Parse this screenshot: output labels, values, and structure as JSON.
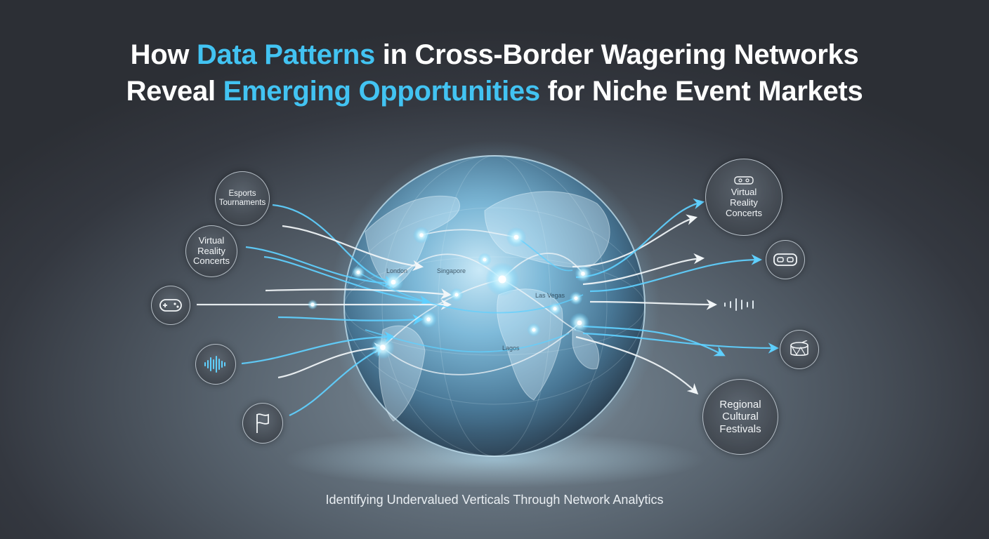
{
  "title": {
    "line1": [
      {
        "text": "How ",
        "highlight": false
      },
      {
        "text": "Data Patterns",
        "highlight": true
      },
      {
        "text": " in Cross-Border Wagering Networks",
        "highlight": false
      }
    ],
    "line2": [
      {
        "text": "Reveal ",
        "highlight": false
      },
      {
        "text": "Emerging Opportunities",
        "highlight": true
      },
      {
        "text": " for Niche Event Markets",
        "highlight": false
      }
    ]
  },
  "subtitle": "Identifying Undervalued Verticals Through Network Analytics",
  "nodes": {
    "left": [
      {
        "name": "esports",
        "label": [
          "Esports",
          "Tournaments"
        ],
        "icon": null
      },
      {
        "name": "vr-concerts-left",
        "label": [
          "Virtual",
          "Reality",
          "Concerts"
        ],
        "icon": null
      },
      {
        "name": "gamepad",
        "label": [],
        "icon": "gamepad-icon"
      },
      {
        "name": "soundwave",
        "label": [],
        "icon": "soundwave-icon"
      },
      {
        "name": "flag",
        "label": [],
        "icon": "flag-icon"
      }
    ],
    "right": [
      {
        "name": "vr-concerts-right",
        "label": [
          "Virtual",
          "Reality",
          "Concerts"
        ],
        "icon": "vr-headset-small-icon"
      },
      {
        "name": "vr-headset",
        "label": [],
        "icon": "vr-headset-icon"
      },
      {
        "name": "equalizer",
        "label": [],
        "icon": "equalizer-icon"
      },
      {
        "name": "drum",
        "label": [],
        "icon": "drum-icon"
      },
      {
        "name": "festivals",
        "label": [
          "Regional",
          "Cultural",
          "Festivals"
        ],
        "icon": null
      }
    ]
  },
  "globe_labels": [
    "London",
    "Singapore",
    "Las Vegas",
    "Lagos"
  ],
  "colors": {
    "accent": "#42c3f2",
    "line_blue": "#5fd0ff",
    "line_white": "#f2f6f8",
    "globe_core": "#9fd4ee"
  }
}
